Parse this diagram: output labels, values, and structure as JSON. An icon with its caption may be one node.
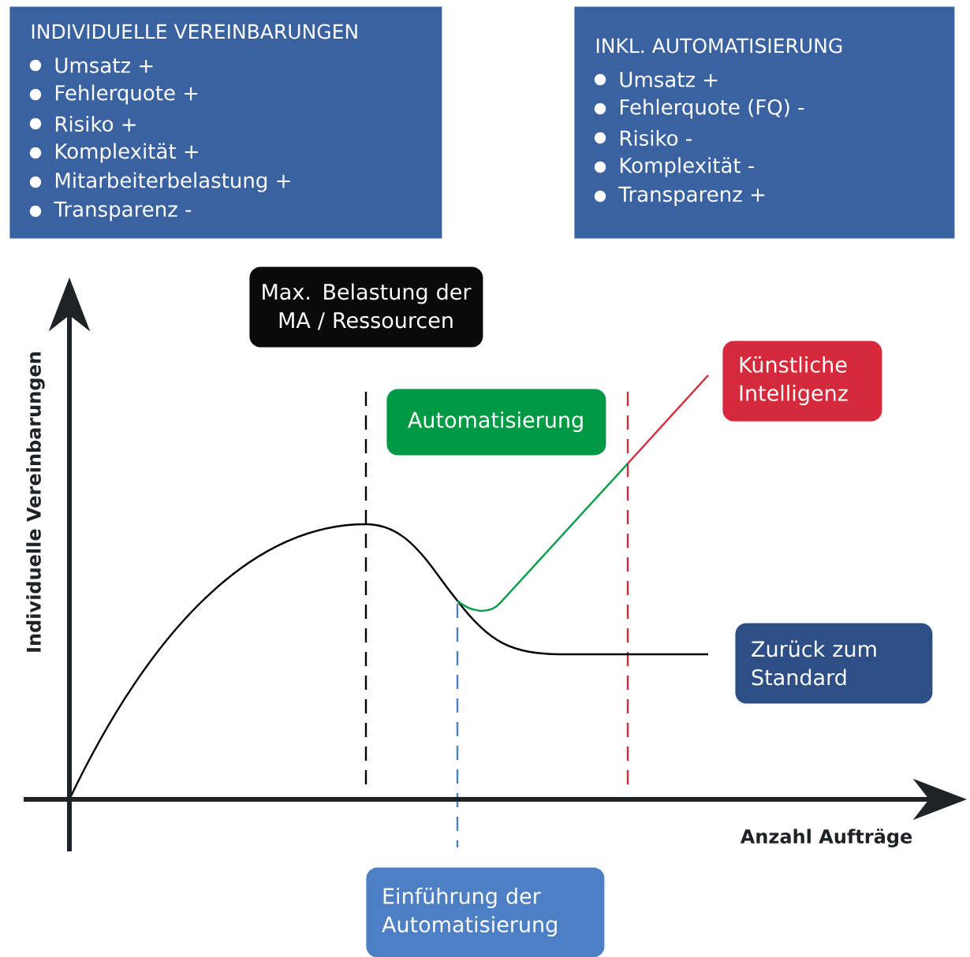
{
  "diagram": {
    "nodes": [
      {
        "text": [
          "INDIVIDUELLE VEREINBARUNGEN",
          "Umsatz +",
          "Fehlerquote +",
          "Risiko +",
          "Komplexität +",
          "Mitarbeiterbelastung +",
          "Transparenz -"
        ]
      },
      {
        "text": [
          "INKL. AUTOMATISIERUNG",
          "Umsatz +",
          "Fehlerquote (FQ) -",
          "Risiko -",
          "Komplexität -",
          "Transparenz +"
        ]
      },
      {
        "text": [
          "Max. Belastung der MA / Ressourcen"
        ]
      },
      {
        "text": [
          "Automatisierung"
        ]
      },
      {
        "text": [
          "Künstliche Intelligenz"
        ]
      },
      {
        "text": [
          "Zurück zum Standard"
        ]
      },
      {
        "text": [
          "Einführung der Automatisierung"
        ]
      }
    ],
    "labels": [
      "Individuelle Vereinbarungen",
      "Anzahl Aufträge"
    ]
  }
}
